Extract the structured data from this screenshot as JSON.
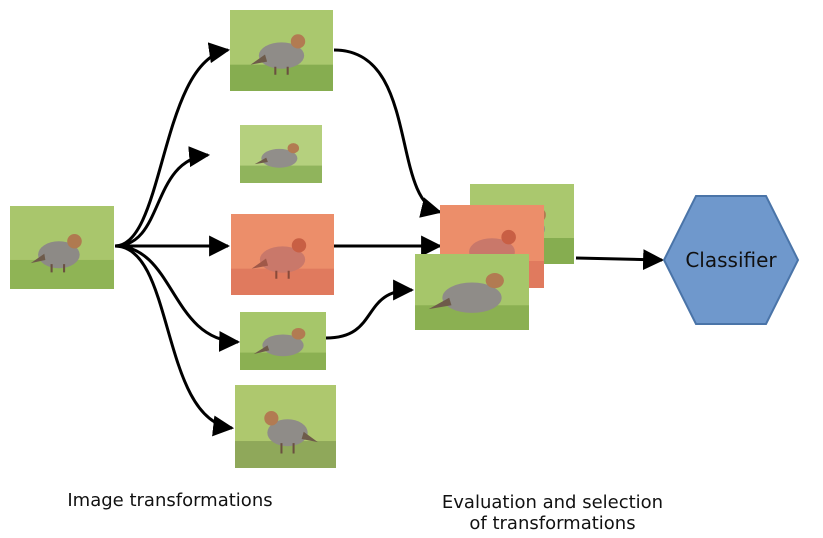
{
  "labels": {
    "left_caption": "Image transformations",
    "right_caption_line1": "Evaluation and selection",
    "right_caption_line2": "of transformations"
  },
  "classifier": {
    "label": "Classifier",
    "fill": "#6f98cc",
    "stroke": "#4a74a8"
  },
  "icons": {
    "bird_image": "partridge-photo-icon"
  },
  "colors": {
    "grass_bg": "#a8c86a",
    "warm_tint": "#f08a6a",
    "arrow": "#000000"
  }
}
